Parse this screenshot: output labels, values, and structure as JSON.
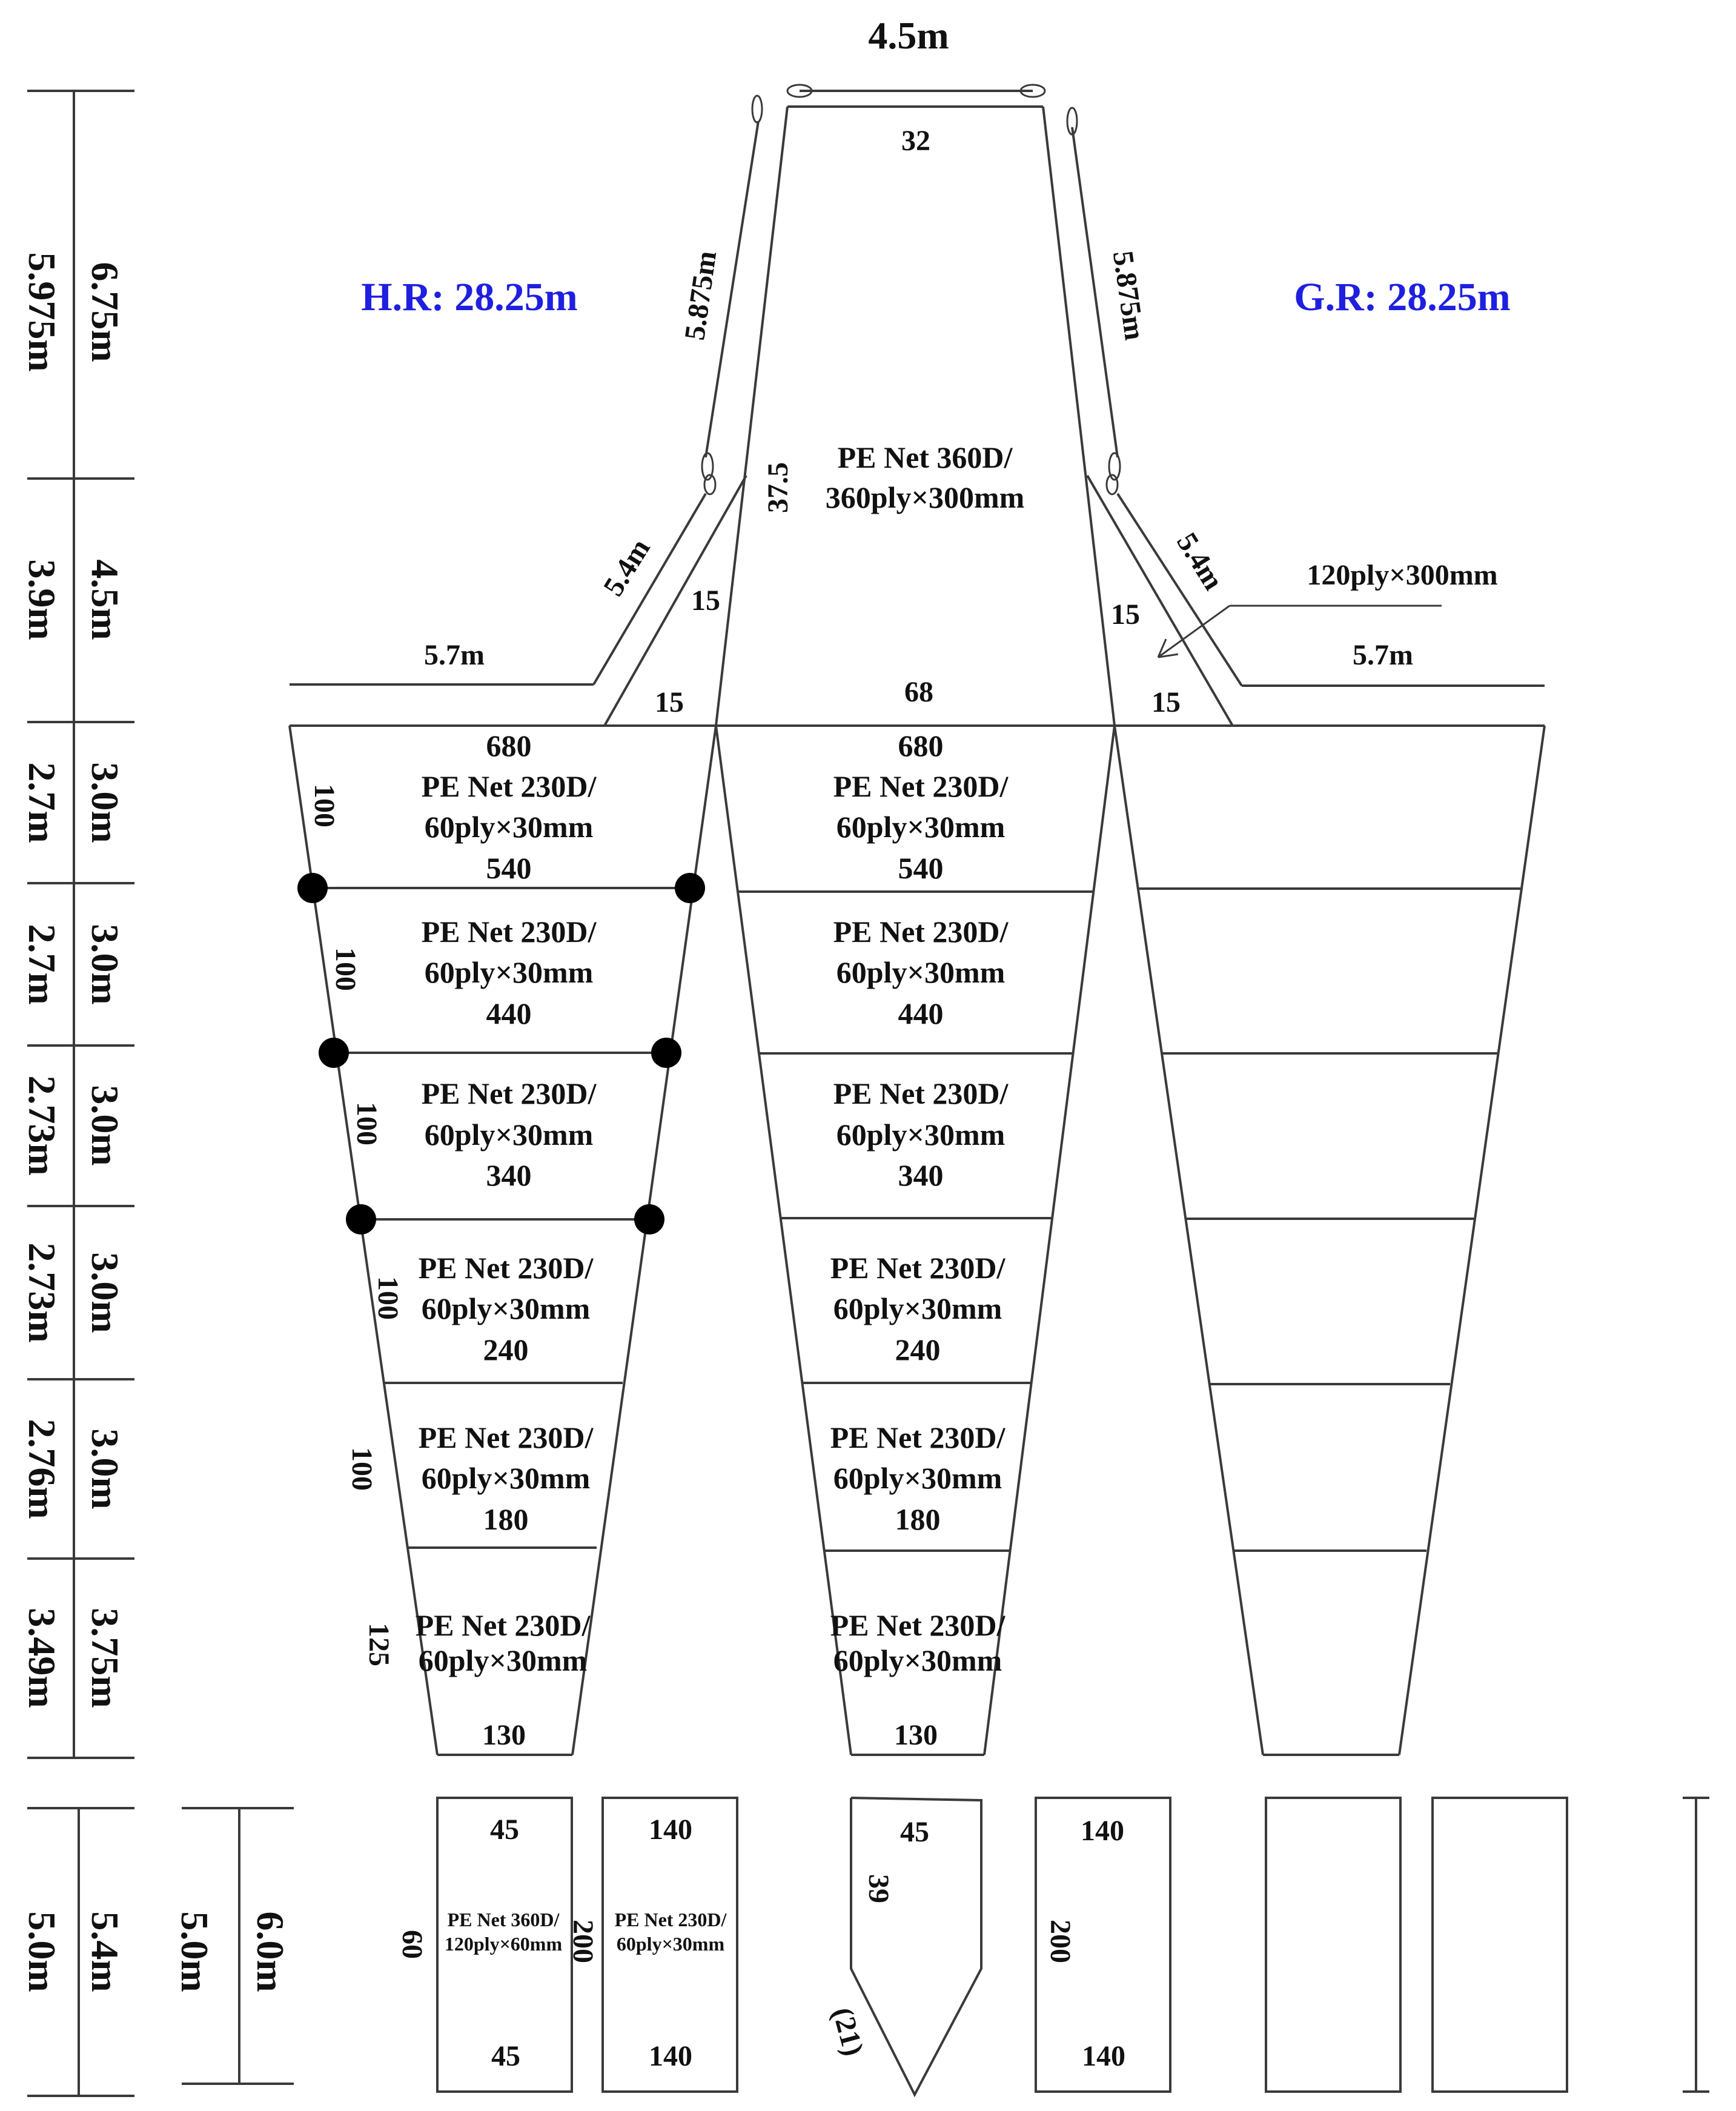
{
  "top_width": "4.5m",
  "hr_label": "H.R: 28.25m",
  "gr_label": "G.R: 28.25m",
  "wing_length_left": "5.875m",
  "wing_length_right": "5.875m",
  "wing_lower_left": "5.4m",
  "wing_lower_right": "5.4m",
  "rope_left": "5.7m",
  "rope_right": "5.7m",
  "right_note": "120ply×300mm",
  "top_net": {
    "mesh_top": "32",
    "mesh_side": "37.5",
    "mesh_bottom": "68",
    "line1": "PE Net 360D/",
    "line2": "360ply×300mm"
  },
  "wing_numbers": {
    "left_mid": "15",
    "left_bottom": "15",
    "right_mid": "15",
    "right_bottom": "15"
  },
  "left_dims": [
    {
      "outer": "5.975m",
      "inner": "6.75m"
    },
    {
      "outer": "3.9m",
      "inner": "4.5m"
    },
    {
      "outer": "2.7m",
      "inner": "3.0m"
    },
    {
      "outer": "2.7m",
      "inner": "3.0m"
    },
    {
      "outer": "2.73m",
      "inner": "3.0m"
    },
    {
      "outer": "2.73m",
      "inner": "3.0m"
    },
    {
      "outer": "2.76m",
      "inner": "3.0m"
    },
    {
      "outer": "3.49m",
      "inner": "3.75m"
    },
    {
      "outer": "5.0m",
      "inner": "5.4m"
    }
  ],
  "codend_dims": {
    "outer": "5.0m",
    "inner": "6.0m"
  },
  "left_body": {
    "top_count": "680",
    "sections": [
      {
        "side": "100",
        "line1": "PE Net 230D/",
        "line2": "60ply×30mm",
        "bottom": "540"
      },
      {
        "side": "100",
        "line1": "PE Net 230D/",
        "line2": "60ply×30mm",
        "bottom": "440"
      },
      {
        "side": "100",
        "line1": "PE Net 230D/",
        "line2": "60ply×30mm",
        "bottom": "340"
      },
      {
        "side": "100",
        "line1": "PE Net 230D/",
        "line2": "60ply×30mm",
        "bottom": "240"
      },
      {
        "side": "100",
        "line1": "PE Net 230D/",
        "line2": "60ply×30mm",
        "bottom": "180"
      },
      {
        "side": "125",
        "line1": "PE Net 230D/",
        "line2": "60ply×30mm",
        "bottom": "130"
      }
    ]
  },
  "mid_body": {
    "top_count": "680",
    "sections": [
      {
        "line1": "PE Net 230D/",
        "line2": "60ply×30mm",
        "bottom": "540"
      },
      {
        "line1": "PE Net 230D/",
        "line2": "60ply×30mm",
        "bottom": "440"
      },
      {
        "line1": "PE Net 230D/",
        "line2": "60ply×30mm",
        "bottom": "340"
      },
      {
        "line1": "PE Net 230D/",
        "line2": "60ply×30mm",
        "bottom": "240"
      },
      {
        "line1": "PE Net 230D/",
        "line2": "60ply×30mm",
        "bottom": "180"
      },
      {
        "line1": "PE Net 230D/",
        "line2": "60ply×30mm",
        "bottom": "130"
      }
    ]
  },
  "codend": {
    "box1": {
      "top": "45",
      "bottom": "45",
      "side": "60",
      "line1": "PE Net 360D/",
      "line2": "120ply×60mm"
    },
    "box2": {
      "top": "140",
      "bottom": "140",
      "side": "200",
      "line1": "PE Net 230D/",
      "line2": "60ply×30mm"
    },
    "box3": {
      "top": "45",
      "side": "39",
      "tip": "(21)"
    },
    "box4": {
      "top": "140",
      "bottom": "140",
      "side": "200"
    }
  }
}
